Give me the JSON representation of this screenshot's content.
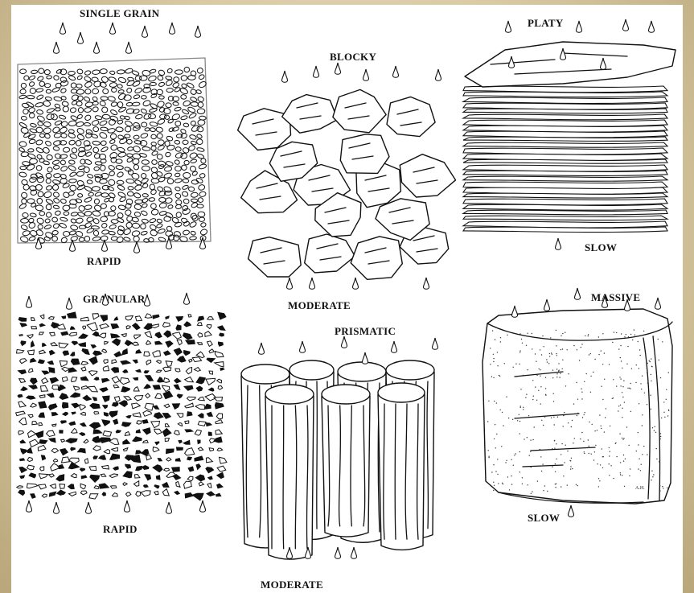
{
  "structures": [
    {
      "id": "single-grain",
      "name": "SINGLE GRAIN",
      "rate": "RAPID"
    },
    {
      "id": "blocky",
      "name": "BLOCKY",
      "rate": "MODERATE"
    },
    {
      "id": "platy",
      "name": "PLATY",
      "rate": "SLOW"
    },
    {
      "id": "granular",
      "name": "GRANULAR",
      "rate": "RAPID"
    },
    {
      "id": "prismatic",
      "name": "PRISMATIC",
      "rate": "MODERATE"
    },
    {
      "id": "massive",
      "name": "MASSIVE",
      "rate": "SLOW"
    }
  ],
  "signature": "A.H."
}
